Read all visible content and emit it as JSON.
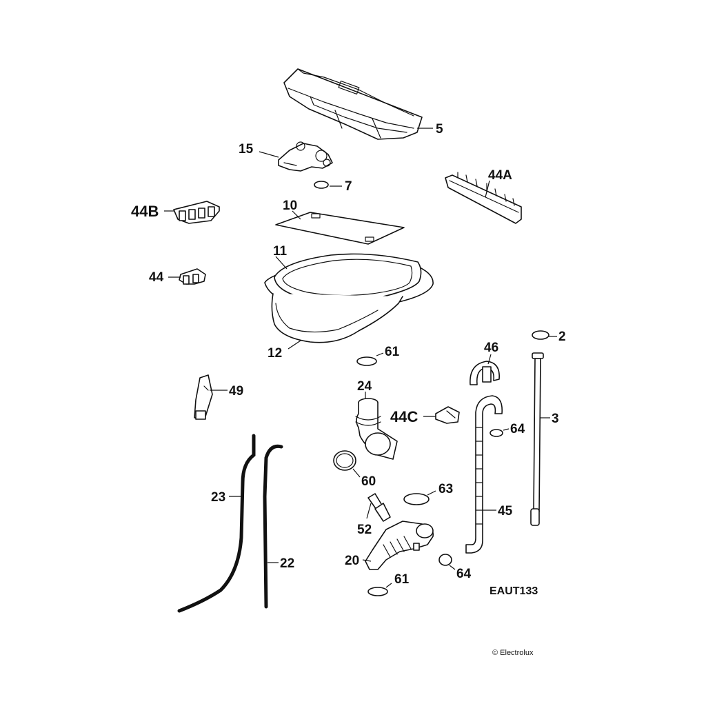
{
  "diagram": {
    "drawing_code": "EAUT133",
    "copyright": "© Electrolux",
    "callouts": {
      "p5": "5",
      "p15": "15",
      "p7": "7",
      "p44A": "44A",
      "p44B": "44B",
      "p10": "10",
      "p11": "11",
      "p44": "44",
      "p12": "12",
      "p2": "2",
      "p46": "46",
      "p61a": "61",
      "p49": "49",
      "p24": "24",
      "p44C": "44C",
      "p3": "3",
      "p64a": "64",
      "p60": "60",
      "p23": "23",
      "p63": "63",
      "p45": "45",
      "p52": "52",
      "p22": "22",
      "p20": "20",
      "p64b": "64",
      "p61b": "61"
    }
  }
}
